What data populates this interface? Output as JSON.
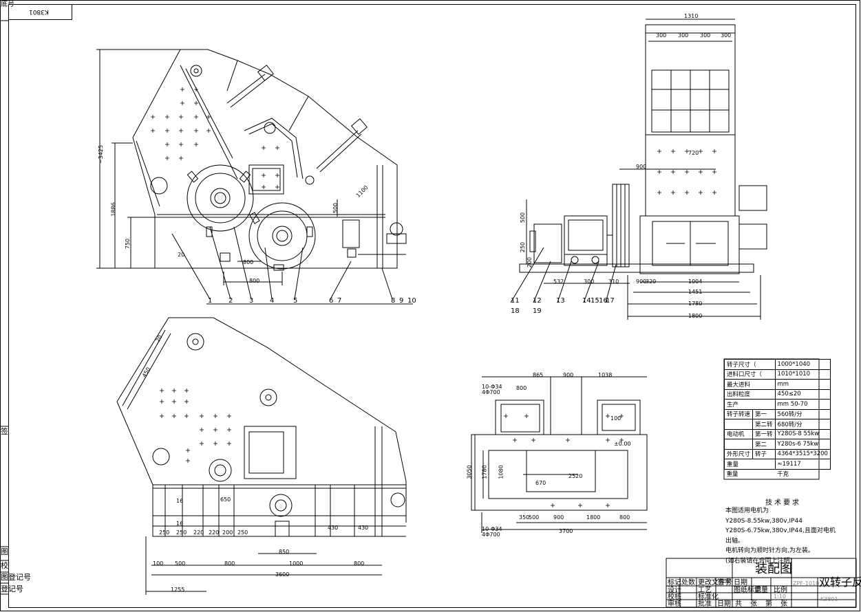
{
  "drawing": {
    "title": "装配图",
    "name": "双转子反",
    "code_top": "K3801",
    "code_bottom": "K3801",
    "drawing_no": "ZPF-1010"
  },
  "left_margin": {
    "top_label": "底号",
    "sign_label": "签",
    "row_1": "图",
    "row_2": "校",
    "row_3": "图登记号",
    "row_4": "登记号"
  },
  "front_view": {
    "dims": [
      "~3425",
      "1886",
      "750",
      "20",
      "800",
      "800",
      "500",
      "1100"
    ],
    "balloons": [
      "1",
      "2",
      "3",
      "4",
      "5",
      "6",
      "7",
      "8",
      "9",
      "10"
    ]
  },
  "side_view": {
    "dims": [
      "1310",
      "300",
      "300",
      "300",
      "300",
      "720",
      "900",
      "532",
      "300",
      "310",
      "900",
      "320",
      "1004",
      "1451",
      "1780",
      "1800",
      "500",
      "250",
      "200"
    ],
    "balloons": [
      "11",
      "12",
      "13",
      "14",
      "15",
      "16",
      "17",
      "18",
      "19"
    ]
  },
  "lower_view": {
    "dims": [
      "250",
      "250",
      "220",
      "220",
      "200",
      "250",
      "16",
      "16",
      "650",
      "430",
      "430",
      "850",
      "100",
      "500",
      "800",
      "1000",
      "800",
      "3600",
      "1255",
      "450",
      "20"
    ]
  },
  "foundation_view": {
    "dims": [
      "865",
      "900",
      "1038",
      "800",
      "100",
      "2520",
      "670",
      "3050",
      "1780",
      "1080",
      "500",
      "900",
      "1800",
      "800",
      "3700",
      "350",
      "±0.00"
    ],
    "notes": [
      "10-Φ34",
      "4Φ700",
      "10-Φ34",
      "4Φ700"
    ]
  },
  "spec_table": {
    "rows": [
      [
        "转子尺寸（",
        "1000*1040"
      ],
      [
        "进料口尺寸（",
        "1010*1010"
      ],
      [
        "最大进料",
        "mm"
      ],
      [
        "出料粒度",
        "450≤20"
      ],
      [
        "生产",
        "mm 50-70"
      ],
      [
        "转子转速",
        "第一",
        "560转/分"
      ],
      [
        "",
        "第二转",
        "680转/分"
      ],
      [
        "电动机",
        "第一转",
        "Y280S-8 55kw"
      ],
      [
        "",
        "第二",
        "Y280s-6 75kw"
      ],
      [
        "外形尺寸",
        "转子",
        "4364*3515*3200"
      ],
      [
        "重量",
        "≈19117"
      ],
      [
        "重量",
        "千克"
      ]
    ]
  },
  "tech_notes": {
    "title": "技术要求",
    "lines": [
      "本图适用电机为",
      "Y280S-8.55kw,380v,IP44",
      "Y280S-6.75kw,380v,IP44,且面对电机",
      "出轴。",
      "电机转向为顺时针方向,为左装。",
      "(如右装请在合同上注明)"
    ]
  },
  "title_block": {
    "labels": [
      "标记",
      "处数",
      "更改文件号",
      "签字",
      "日期",
      "设计",
      "校核",
      "审核",
      "工艺",
      "标准化",
      "批准",
      "日期",
      "图纸标记",
      "重量",
      "比例",
      "共",
      "张",
      "第",
      "张"
    ],
    "scale": "1:10"
  }
}
